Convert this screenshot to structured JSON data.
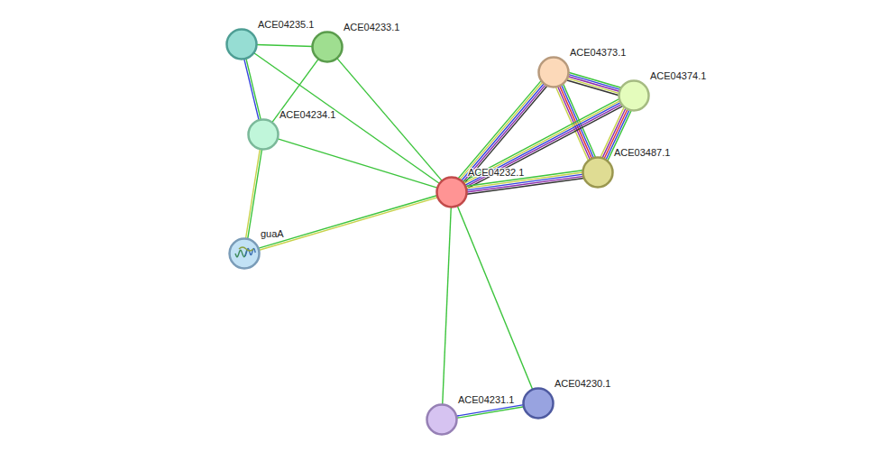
{
  "diagram": {
    "nodes": [
      {
        "text": [
          "ACE04235.1"
        ]
      },
      {
        "text": [
          "ACE04233.1"
        ]
      },
      {
        "text": [
          "ACE04373.1"
        ]
      },
      {
        "text": [
          "ACE04374.1"
        ]
      },
      {
        "text": [
          "ACE04234.1"
        ]
      },
      {
        "text": [
          "ACE03487.1"
        ]
      },
      {
        "text": [
          "ACE04232.1"
        ]
      },
      {
        "text": [
          "guaA"
        ]
      },
      {
        "text": [
          "ACE04230.1"
        ]
      },
      {
        "text": [
          "ACE04231.1"
        ]
      }
    ],
    "edges": [
      {
        "from": 0,
        "to": 1,
        "arrow": "none"
      },
      {
        "from": 0,
        "to": 4,
        "arrow": "none"
      },
      {
        "from": 0,
        "to": 6,
        "arrow": "none"
      },
      {
        "from": 1,
        "to": 4,
        "arrow": "none"
      },
      {
        "from": 1,
        "to": 6,
        "arrow": "none"
      },
      {
        "from": 4,
        "to": 6,
        "arrow": "none"
      },
      {
        "from": 4,
        "to": 7,
        "arrow": "none"
      },
      {
        "from": 7,
        "to": 6,
        "arrow": "none"
      },
      {
        "from": 2,
        "to": 3,
        "arrow": "none"
      },
      {
        "from": 2,
        "to": 5,
        "arrow": "none"
      },
      {
        "from": 3,
        "to": 5,
        "arrow": "none"
      },
      {
        "from": 6,
        "to": 2,
        "arrow": "none"
      },
      {
        "from": 6,
        "to": 3,
        "arrow": "none"
      },
      {
        "from": 6,
        "to": 5,
        "arrow": "none"
      },
      {
        "from": 6,
        "to": 9,
        "arrow": "none"
      },
      {
        "from": 6,
        "to": 8,
        "arrow": "none"
      },
      {
        "from": 9,
        "to": 8,
        "arrow": "none"
      }
    ]
  }
}
